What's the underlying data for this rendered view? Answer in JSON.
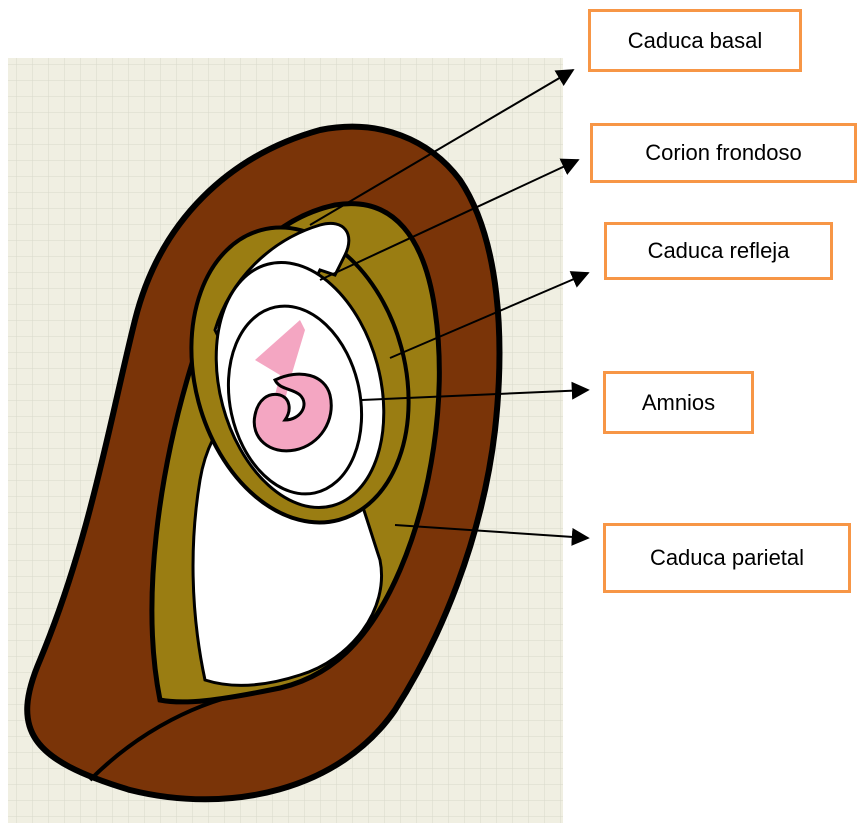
{
  "diagram": {
    "labels": {
      "caduca_basal": "Caduca basal",
      "corion_frondoso": "Corion frondoso",
      "caduca_refleja": "Caduca refleja",
      "amnios": "Amnios",
      "caduca_parietal": "Caduca parietal"
    }
  },
  "colors": {
    "uterine_wall": "#7a3408",
    "decidua": "#9a7d12",
    "embryo": "#f4a6c2",
    "label_border": "#f79646",
    "grid_background": "#f0efe2",
    "grid_line": "#d8d9cb",
    "outline": "#000000"
  }
}
